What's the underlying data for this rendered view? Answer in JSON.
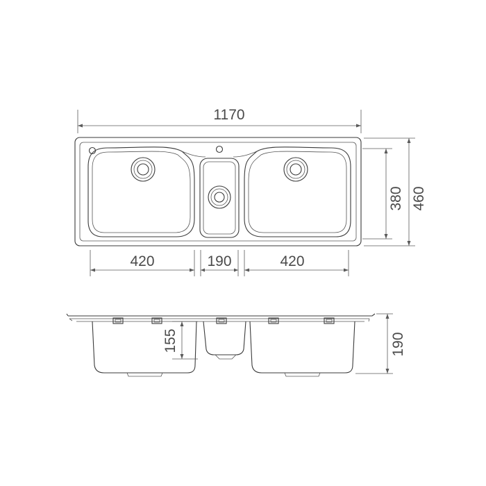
{
  "colors": {
    "line": "#3a3a3a",
    "text": "#4a4a4a",
    "background": "#ffffff"
  },
  "top_view": {
    "overall_width": "1170",
    "bowl_left_width": "420",
    "bowl_center_width": "190",
    "bowl_right_width": "420",
    "bowl_depth": "380",
    "overall_depth": "460"
  },
  "side_view": {
    "bowl_height": "155",
    "overall_height": "190"
  }
}
